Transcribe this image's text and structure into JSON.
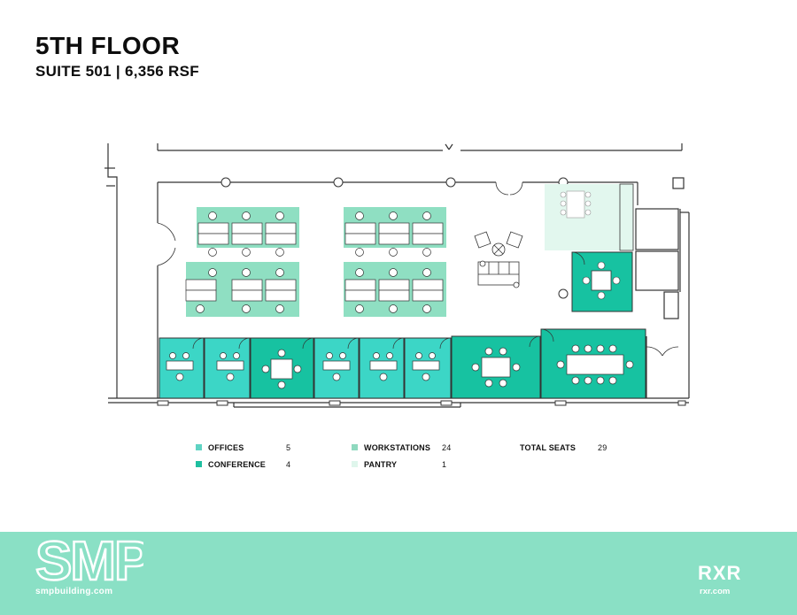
{
  "header": {
    "title": "5TH FLOOR",
    "subtitle": "SUITE 501 |  6,356 RSF"
  },
  "legend": {
    "items": [
      {
        "label": "OFFICES",
        "value": "5",
        "color": "#5fd3c3"
      },
      {
        "label": "CONFERENCE",
        "value": "4",
        "color": "#1fbfa0"
      },
      {
        "label": "WORKSTATIONS",
        "value": "24",
        "color": "#8fd9bf"
      },
      {
        "label": "PANTRY",
        "value": "1",
        "color": "#dff6ec"
      }
    ],
    "total_label": "TOTAL SEATS",
    "total_value": "29"
  },
  "colors": {
    "office": "#3cd6c6",
    "conference": "#17c2a1",
    "workstation": "#8fdfc2",
    "pantry": "#e2f7ee",
    "footer_bg": "#8ae0c5"
  },
  "footer": {
    "logo": "SMP",
    "url": "smpbuilding.com",
    "partner_logo": "RXR",
    "partner_url": "rxr.com"
  }
}
